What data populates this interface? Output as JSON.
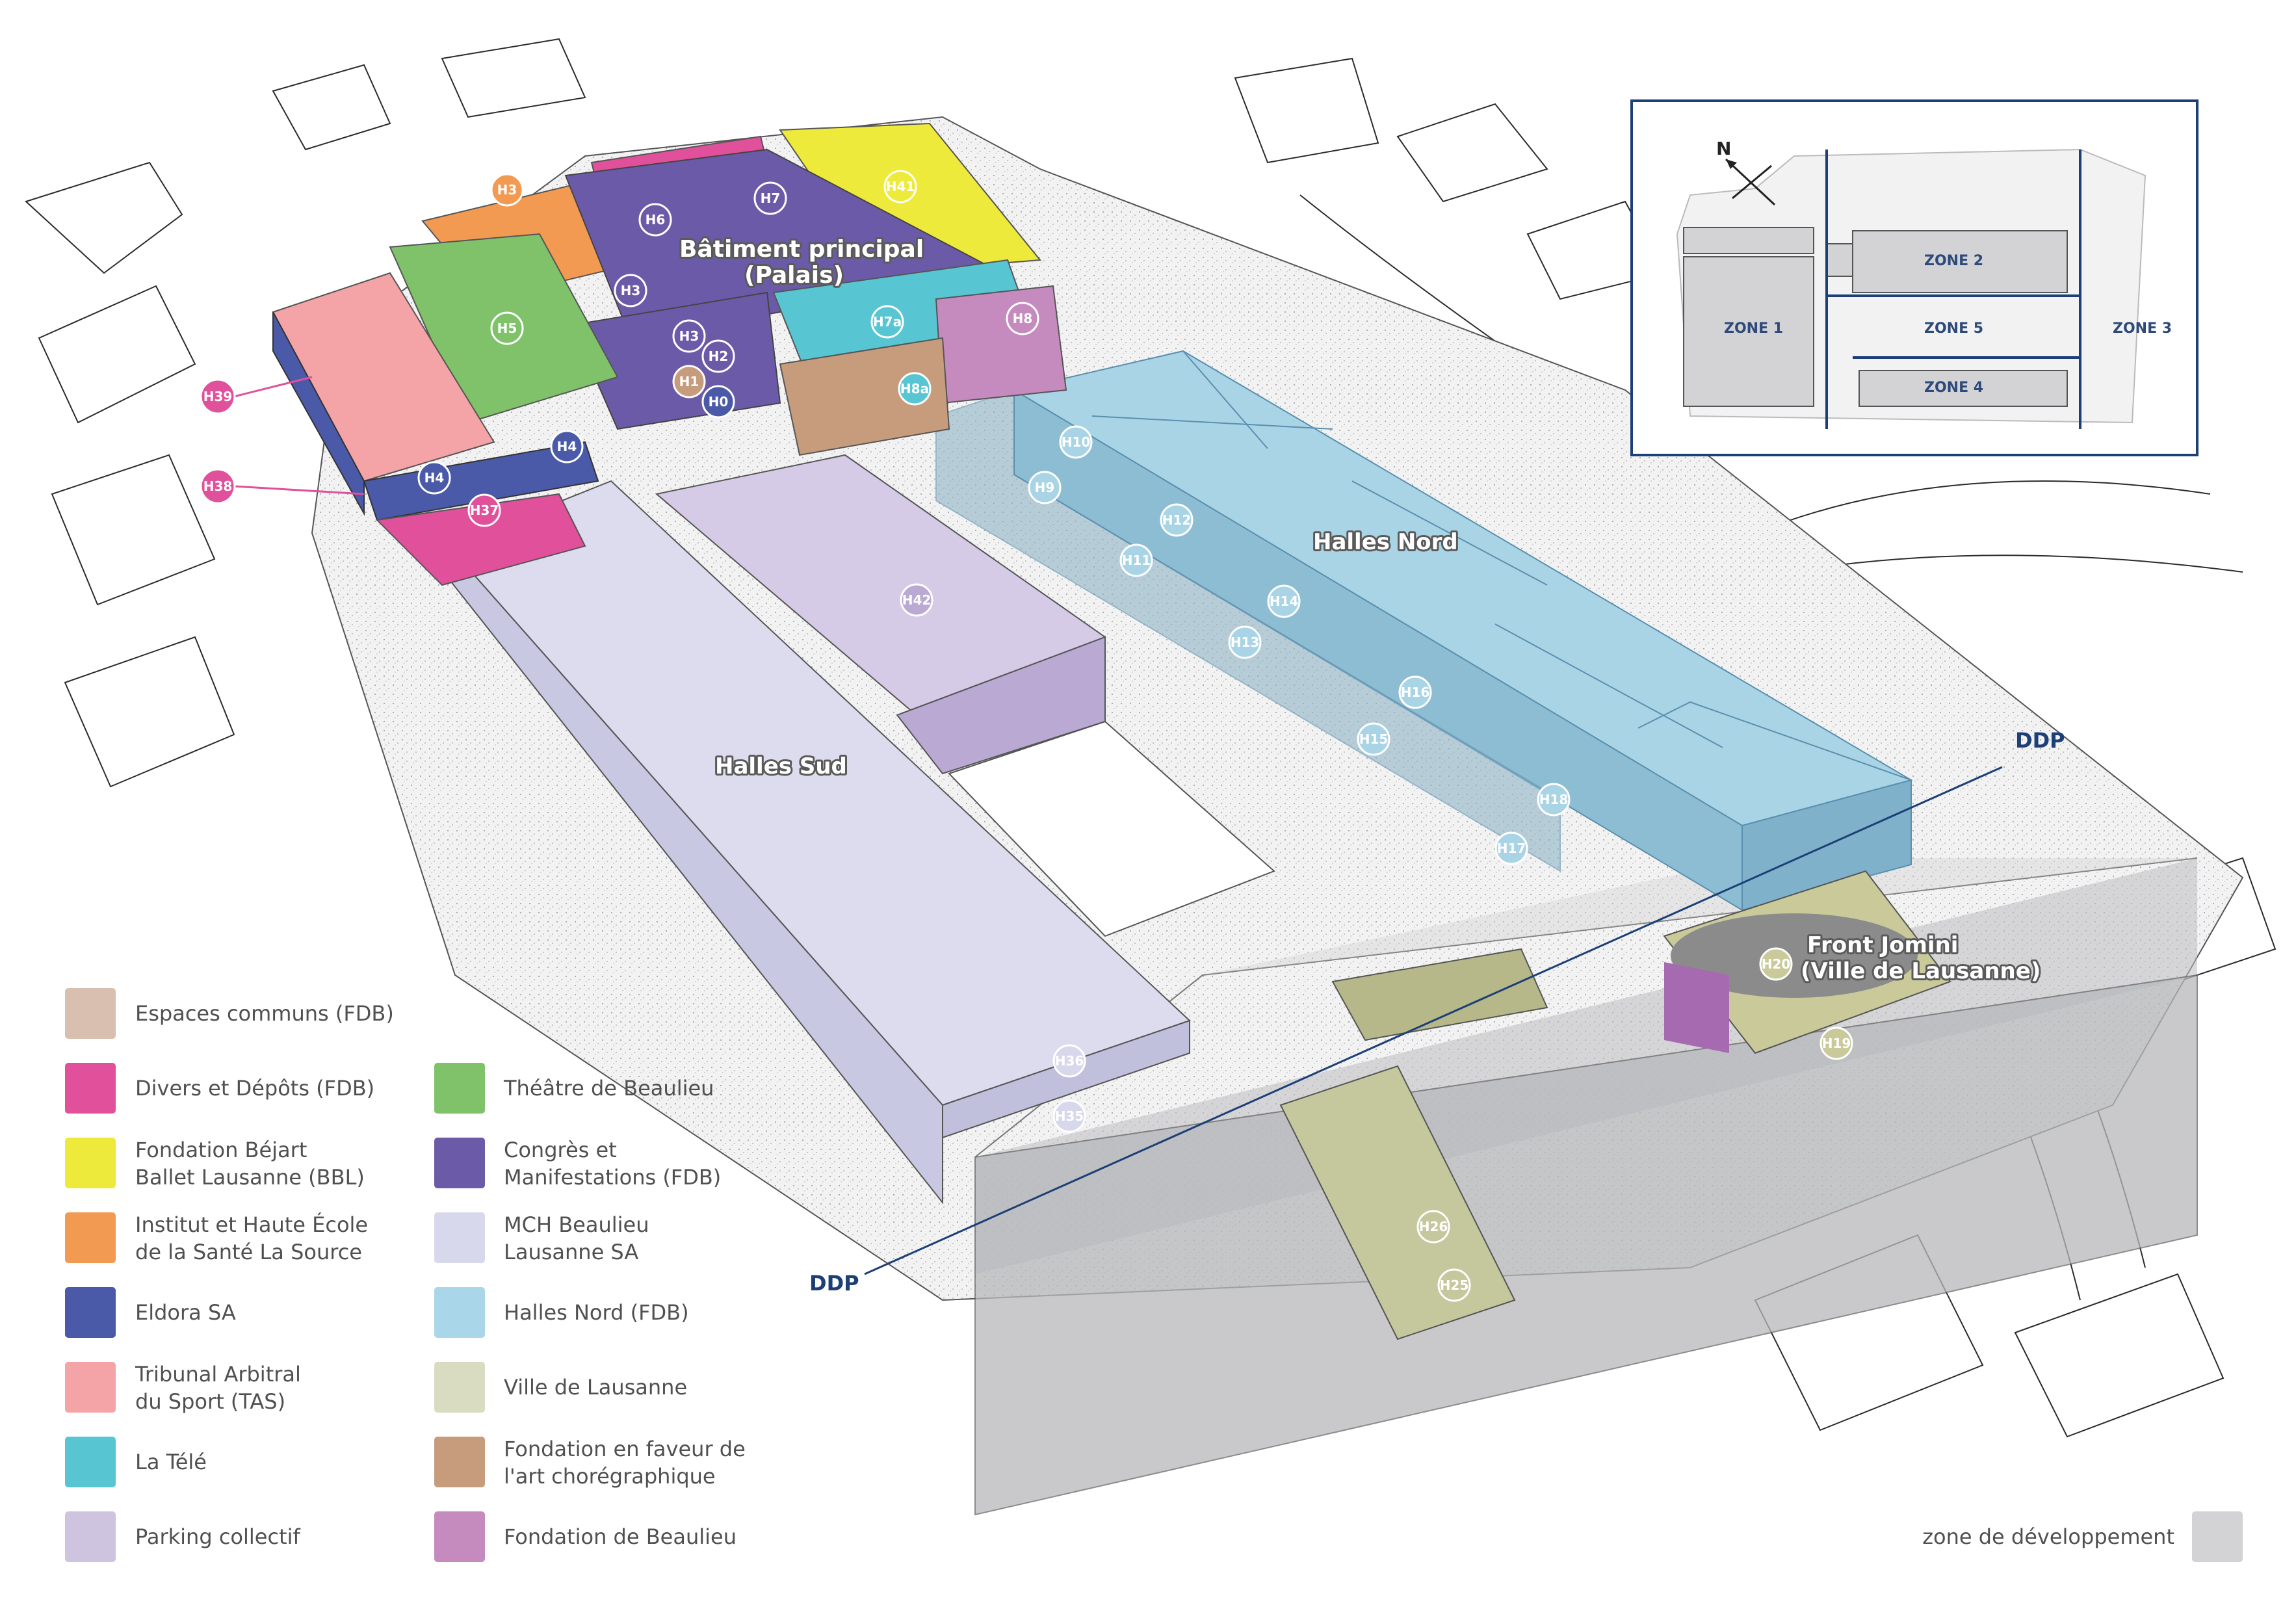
{
  "area_labels": {
    "batiment_principal_1": "Bâtiment principal",
    "batiment_principal_2": "(Palais)",
    "halles_nord": "Halles Nord",
    "halles_sud": "Halles Sud",
    "front_jomini_1": "Front Jomini",
    "front_jomini_2": "(Ville de Lausanne)",
    "ddp_top": "DDP",
    "ddp_bottom": "DDP"
  },
  "markers": {
    "H3a": "H3",
    "H6": "H6",
    "H7": "H7",
    "H41": "H41",
    "H3b": "H3",
    "H5": "H5",
    "H3c": "H3",
    "H2": "H2",
    "H1": "H1",
    "H0": "H0",
    "H7a": "H7a",
    "H8": "H8",
    "H8a": "H8a",
    "H39": "H39",
    "H38": "H38",
    "H4a": "H4",
    "H4b": "H4",
    "H37": "H37",
    "H42": "H42",
    "H10": "H10",
    "H9": "H9",
    "H12": "H12",
    "H11": "H11",
    "H14": "H14",
    "H13": "H13",
    "H16": "H16",
    "H15": "H15",
    "H18": "H18",
    "H17": "H17",
    "H20": "H20",
    "H19": "H19",
    "H36": "H36",
    "H35": "H35",
    "H26": "H26",
    "H25": "H25"
  },
  "inset": {
    "north": "N",
    "zone1": "ZONE 1",
    "zone2": "ZONE 2",
    "zone3": "ZONE 3",
    "zone4": "ZONE 4",
    "zone5": "ZONE 5"
  },
  "legend": {
    "espaces_communs": {
      "label": "Espaces communs (FDB)",
      "color": "#d9bfaf"
    },
    "divers_depots": {
      "label": "Divers et Dépôts (FDB)",
      "color": "#e1509b"
    },
    "bejart_1": "Fondation Béjart",
    "bejart_2": "Ballet Lausanne (BBL)",
    "bejart_color": "#eeea3c",
    "source_1": "Institut et Haute École",
    "source_2": "de la Santé La Source",
    "source_color": "#f39a52",
    "eldora": {
      "label": "Eldora SA",
      "color": "#4a5aa8"
    },
    "tas_1": "Tribunal Arbitral",
    "tas_2": "du Sport (TAS)",
    "tas_color": "#f4a3a6",
    "tele": {
      "label": "La Télé",
      "color": "#57c5d2"
    },
    "parking": {
      "label": "Parking collectif",
      "color": "#cfc4e0"
    },
    "theatre": {
      "label": "Théâtre de Beaulieu",
      "color": "#7fc26a"
    },
    "congres_1": "Congrès et",
    "congres_2": "Manifestations (FDB)",
    "congres_color": "#6b5aa8",
    "mch_1": "MCH Beaulieu",
    "mch_2": "Lausanne SA",
    "mch_color": "#d8d8ec",
    "halles_nord": {
      "label": "Halles Nord (FDB)",
      "color": "#a9d6e8"
    },
    "ville": {
      "label": "Ville de Lausanne",
      "color": "#d9dcc0"
    },
    "choreo_1": "Fondation en faveur de",
    "choreo_2": "l'art chorégraphique",
    "choreo_color": "#c69c7d",
    "fondation_beaulieu": {
      "label": "Fondation de Beaulieu",
      "color": "#c58bbf"
    },
    "zone_dev": {
      "label": "zone de développement",
      "color": "#d3d3d6"
    }
  }
}
